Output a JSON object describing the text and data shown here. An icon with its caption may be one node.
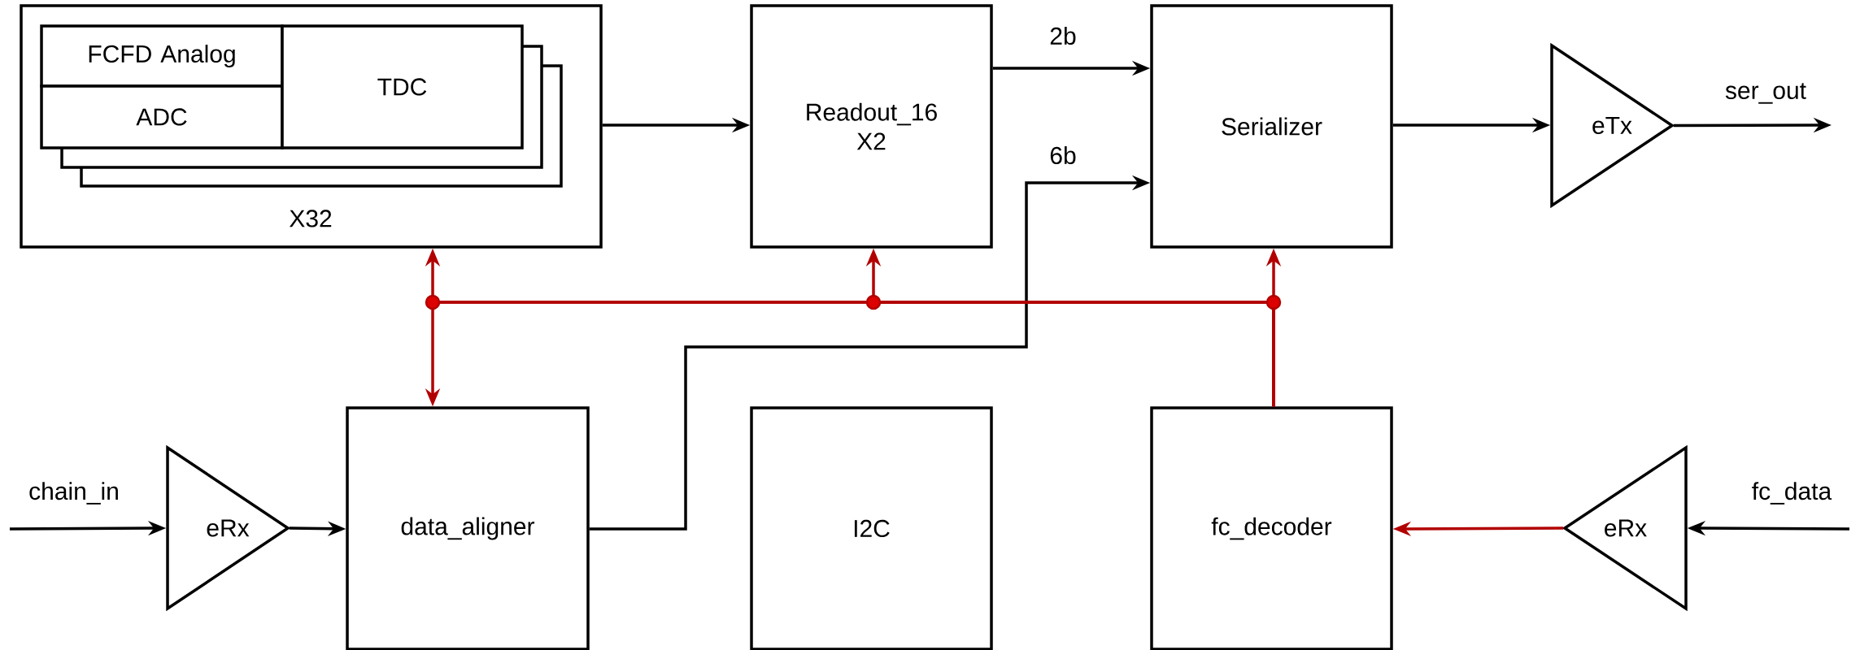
{
  "diagram": {
    "nodes": [
      {
        "text": [
          "X32"
        ]
      },
      {
        "text": [
          "FCFD Analog"
        ],
        "in": 0
      },
      {
        "text": [
          "ADC"
        ],
        "in": 0
      },
      {
        "text": [
          "TDC"
        ],
        "in": 0
      },
      {
        "text": [
          "Readout_16 X2"
        ]
      },
      {
        "text": [
          "Serializer"
        ]
      },
      {
        "text": [
          "eTx"
        ]
      },
      {
        "text": [
          "eRx"
        ]
      },
      {
        "text": [
          "data_aligner"
        ]
      },
      {
        "text": [
          "I2C"
        ]
      },
      {
        "text": [
          "fc_decoder"
        ]
      },
      {
        "text": [
          "eRx"
        ]
      }
    ],
    "edges": [
      {
        "from": 0,
        "to": 4,
        "arrow": "to"
      },
      {
        "from": 4,
        "to": 5,
        "arrow": "to",
        "label": "2b"
      },
      {
        "from": 8,
        "to": 5,
        "arrow": "to",
        "label": "6b"
      },
      {
        "from": 5,
        "to": 6,
        "arrow": "to"
      },
      {
        "from": 6,
        "to": null,
        "arrow": "to",
        "label": "ser_out"
      },
      {
        "from": null,
        "to": 7,
        "arrow": "to",
        "label": "chain_in"
      },
      {
        "from": 7,
        "to": 8,
        "arrow": "to"
      },
      {
        "from": null,
        "to": 11,
        "arrow": "to",
        "label": "fc_data"
      },
      {
        "from": 11,
        "to": 10,
        "arrow": "to",
        "color": "#b20000"
      },
      {
        "from": 10,
        "to": 0,
        "arrow": "to",
        "color": "#b20000"
      },
      {
        "from": 10,
        "to": 4,
        "arrow": "to",
        "color": "#b20000"
      },
      {
        "from": 10,
        "to": 5,
        "arrow": "to",
        "color": "#b20000"
      },
      {
        "from": 10,
        "to": 8,
        "arrow": "to",
        "color": "#b20000"
      }
    ]
  }
}
